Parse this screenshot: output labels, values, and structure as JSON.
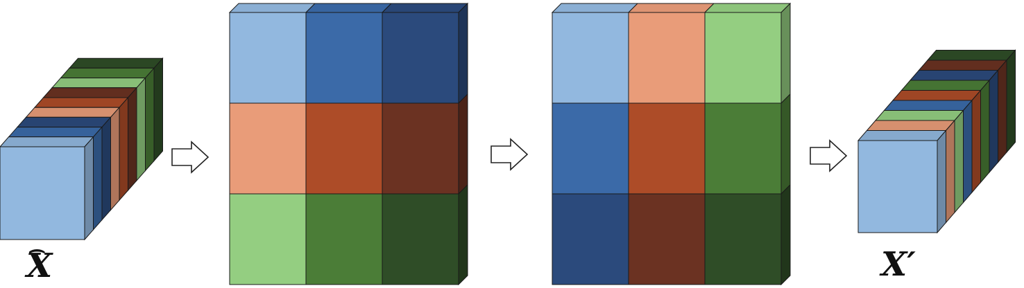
{
  "labels": {
    "input": "X",
    "input_hat": "⌢",
    "output": "X′"
  },
  "colors": {
    "light_blue": "#92b8df",
    "mid_blue": "#3b6aa8",
    "dark_blue": "#2b4a7c",
    "light_orange": "#e99c79",
    "mid_orange": "#ad4c28",
    "dark_orange": "#6b3222",
    "light_green": "#94ce81",
    "mid_green": "#4b7d37",
    "dark_green": "#2f4d27",
    "outline": "#1a1a1a"
  },
  "input_stack_order": [
    "light_blue",
    "mid_blue",
    "dark_blue",
    "light_orange",
    "mid_orange",
    "dark_orange",
    "light_green",
    "mid_green",
    "dark_green"
  ],
  "grid1": [
    [
      "light_blue",
      "mid_blue",
      "dark_blue"
    ],
    [
      "light_orange",
      "mid_orange",
      "dark_orange"
    ],
    [
      "light_green",
      "mid_green",
      "dark_green"
    ]
  ],
  "grid2": [
    [
      "light_blue",
      "light_orange",
      "light_green"
    ],
    [
      "mid_blue",
      "mid_orange",
      "mid_green"
    ],
    [
      "dark_blue",
      "dark_orange",
      "dark_green"
    ]
  ],
  "output_stack_order": [
    "light_blue",
    "light_orange",
    "light_green",
    "mid_blue",
    "mid_orange",
    "mid_green",
    "dark_blue",
    "dark_orange",
    "dark_green"
  ]
}
